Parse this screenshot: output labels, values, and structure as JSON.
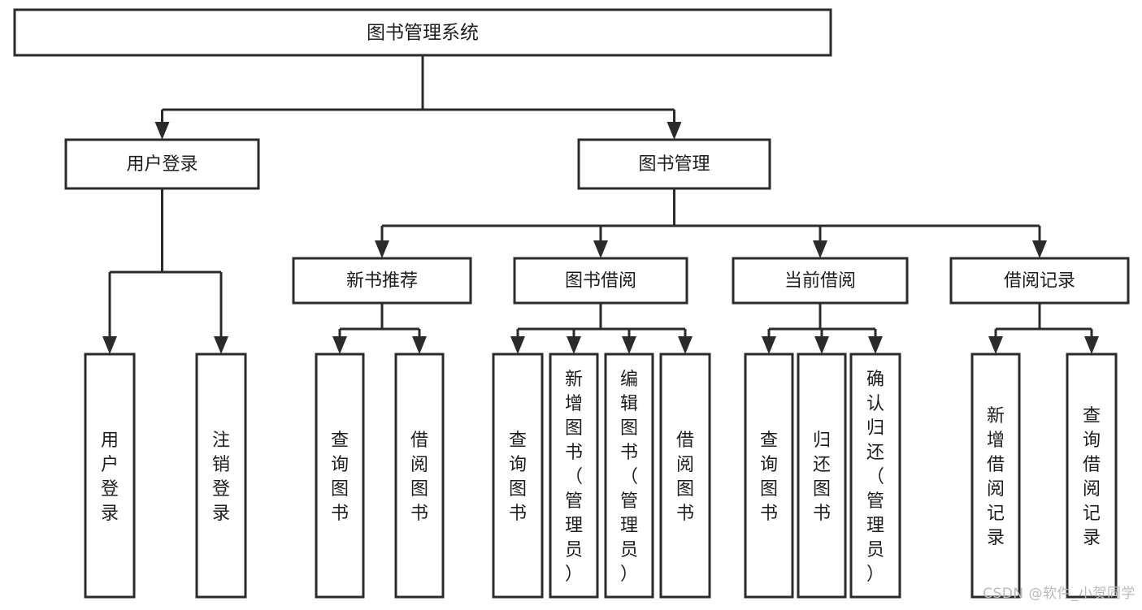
{
  "diagram": {
    "type": "tree",
    "title": "图书管理系统",
    "orientation": "top-down",
    "colors": {
      "background": "#ffffff",
      "box_stroke": "#2b2b2b",
      "box_fill": "#ffffff",
      "text": "#1d1d1d",
      "watermark": "#b9b9b9"
    },
    "root": {
      "label": "图书管理系统"
    },
    "level2": [
      {
        "label": "用户登录"
      },
      {
        "label": "图书管理"
      }
    ],
    "level3": [
      {
        "label": "新书推荐"
      },
      {
        "label": "图书借阅"
      },
      {
        "label": "当前借阅"
      },
      {
        "label": "借阅记录"
      }
    ],
    "groups": [
      {
        "parent": "用户登录",
        "leaves": [
          {
            "lines": [
              "用",
              "户",
              "登",
              "录"
            ],
            "text": "用户登录"
          },
          {
            "lines": [
              "注",
              "销",
              "登",
              "录"
            ],
            "text": "注销登录"
          }
        ]
      },
      {
        "parent": "新书推荐",
        "leaves": [
          {
            "lines": [
              "查",
              "询",
              "图",
              "书"
            ],
            "text": "查询图书"
          },
          {
            "lines": [
              "借",
              "阅",
              "图",
              "书"
            ],
            "text": "借阅图书"
          }
        ]
      },
      {
        "parent": "图书借阅",
        "leaves": [
          {
            "lines": [
              "查",
              "询",
              "图",
              "书"
            ],
            "text": "查询图书"
          },
          {
            "lines": [
              "新",
              "增",
              "图",
              "书",
              "（",
              "管",
              "理",
              "员",
              "）"
            ],
            "text": "新增图书（管理员）"
          },
          {
            "lines": [
              "编",
              "辑",
              "图",
              "书",
              "（",
              "管",
              "理",
              "员",
              "）"
            ],
            "text": "编辑图书（管理员）"
          },
          {
            "lines": [
              "借",
              "阅",
              "图",
              "书"
            ],
            "text": "借阅图书"
          }
        ]
      },
      {
        "parent": "当前借阅",
        "leaves": [
          {
            "lines": [
              "查",
              "询",
              "图",
              "书"
            ],
            "text": "查询图书"
          },
          {
            "lines": [
              "归",
              "还",
              "图",
              "书"
            ],
            "text": "归还图书"
          },
          {
            "lines": [
              "确",
              "认",
              "归",
              "还",
              "（",
              "管",
              "理",
              "员",
              "）"
            ],
            "text": "确认归还（管理员）"
          }
        ]
      },
      {
        "parent": "借阅记录",
        "leaves": [
          {
            "lines": [
              "新",
              "增",
              "借",
              "阅",
              "记",
              "录"
            ],
            "text": "新增借阅记录"
          },
          {
            "lines": [
              "查",
              "询",
              "借",
              "阅",
              "记",
              "录"
            ],
            "text": "查询借阅记录"
          }
        ]
      }
    ]
  },
  "watermark": {
    "text": "CSDN @软件_小贺同学"
  }
}
